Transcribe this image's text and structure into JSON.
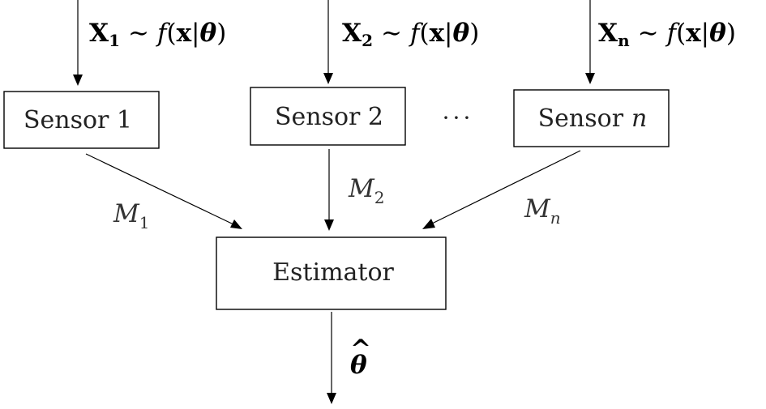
{
  "sensors": [
    {
      "label": "Sensor 1",
      "input_var": "X",
      "input_sub": "1",
      "msg_var": "M",
      "msg_sub": "1"
    },
    {
      "label": "Sensor 2",
      "input_var": "X",
      "input_sub": "2",
      "msg_var": "M",
      "msg_sub": "2"
    },
    {
      "label_prefix": "Sensor",
      "label_var": "n",
      "input_var": "X",
      "input_sub": "n",
      "msg_var": "M",
      "msg_sub": "n"
    }
  ],
  "distribution": {
    "tilde": "∼",
    "func": "f",
    "open": "(",
    "x": "x",
    "bar": "|",
    "theta": "θ",
    "close": ")"
  },
  "ellipsis": "···",
  "estimator": {
    "label": "Estimator"
  },
  "output": {
    "symbol": "θ",
    "hat": "^"
  }
}
